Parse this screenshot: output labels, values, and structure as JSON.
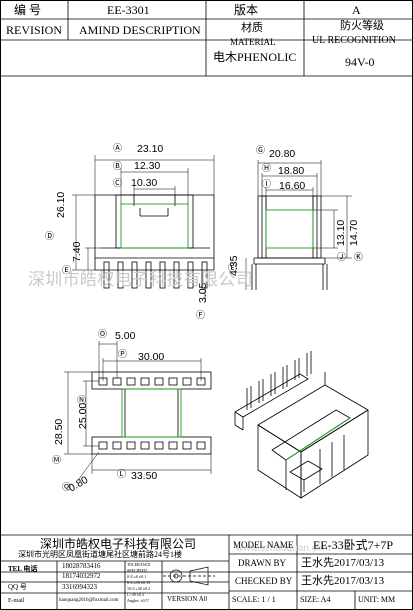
{
  "header": {
    "serial_label": "编    号",
    "part_number": "EE-3301",
    "version_label": "版本",
    "version_value": "A",
    "revision_label": "REVISION",
    "amend_label": "AMIND DESCRIPTION",
    "material_cn": "材质",
    "material_en": "MATERIAL",
    "flame_cn": "防火等级",
    "flame_en": "UL RECOGNITION",
    "material_value": "电木PHENOLIC",
    "flame_value": "94V-0"
  },
  "dims": {
    "a": {
      "tag": "Ⓐ",
      "value": "23.10"
    },
    "b": {
      "tag": "Ⓑ",
      "value": "12.30"
    },
    "c": {
      "tag": "Ⓒ",
      "value": "10.30"
    },
    "d": {
      "tag": "Ⓓ",
      "value": "26.10"
    },
    "e": {
      "tag": "Ⓔ",
      "value": "7.40"
    },
    "f": {
      "tag": "Ⓕ",
      "value": "3.05"
    },
    "g": {
      "tag": "Ⓖ",
      "value": "20.80"
    },
    "h": {
      "tag": "Ⓗ",
      "value": "18.80"
    },
    "i": {
      "tag": "Ⓘ",
      "value": "16.60"
    },
    "j": {
      "tag": "Ⓙ",
      "value": "13.10"
    },
    "k": {
      "tag": "Ⓚ",
      "value": "14.70"
    },
    "side_e": {
      "tag": "Ⓔ",
      "value": "4.35"
    },
    "o": {
      "tag": "Ⓞ",
      "value": "5.00"
    },
    "p": {
      "tag": "Ⓟ",
      "value": "30.00"
    },
    "n": {
      "tag": "Ⓝ",
      "value": "25.00"
    },
    "m": {
      "tag": "Ⓜ",
      "value": "28.50"
    },
    "l": {
      "tag": "Ⓛ",
      "value": "33.50"
    },
    "q": {
      "tag": "Ⓠ",
      "value": "0.80"
    }
  },
  "watermark": {
    "company": "深圳市皓权电子科技有限公司",
    "url": "www.szhaoquan.com"
  },
  "footer": {
    "company": "深圳市皓权电子科技有限公司",
    "address": "深圳市光明区凤凰街道塘尾社区塘前路24号1楼",
    "tel_label": "TEL 电话",
    "tel1": "18028783416",
    "tel2": "18174032972",
    "qq_label": "QQ  号",
    "qq": "3316994323",
    "email_label": "E-mail",
    "email": "haoquang2016@foxmail.com",
    "spec1": "TOLERANCE",
    "spec2": "SPECIFIED",
    "spec3": "0<L≤6  ±0.1",
    "spec4": "6<L≤16 ±0.15",
    "spec5": "16<L≤30 ±0.2",
    "spec6": "L>30  ±0.3",
    "spec7": "Angles: ±0.5°",
    "version_manual": "VERSION A0",
    "model_label": "MODEL NAME",
    "model_value": "EE-33卧式7+7P",
    "drawn_label": "DRAWN BY",
    "drawn_value": "王水先2017/03/13",
    "checked_label": "CHECKED BY",
    "checked_value": "王水先2017/03/13",
    "scale": "SCALE: 1 / 1",
    "size": "SIZE: A4",
    "unit": "UNIT: MM"
  }
}
